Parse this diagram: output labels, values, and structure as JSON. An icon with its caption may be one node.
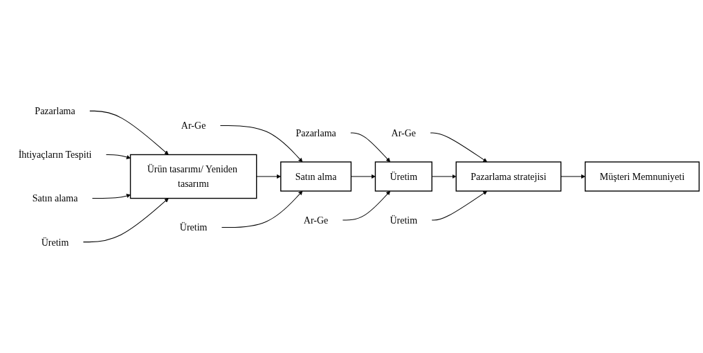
{
  "diagram": {
    "nodes": [
      {
        "text": [
          "Pazarlama"
        ]
      },
      {
        "text": [
          "Ar-Ge"
        ]
      },
      {
        "text": [
          "Pazarlama"
        ]
      },
      {
        "text": [
          "Ar-Ge"
        ]
      },
      {
        "text": [
          "İhtiyaçların Tespiti"
        ]
      },
      {
        "text": [
          "Ürün tasarımı/ Yeniden tasarımı"
        ]
      },
      {
        "text": [
          "Satın alma"
        ]
      },
      {
        "text": [
          "Üretim"
        ]
      },
      {
        "text": [
          "Pazarlama stratejisi"
        ]
      },
      {
        "text": [
          "Müşteri Memnuniyeti"
        ]
      },
      {
        "text": [
          "Satın alama"
        ]
      },
      {
        "text": [
          "Üretim"
        ]
      },
      {
        "text": [
          "Üretim"
        ]
      },
      {
        "text": [
          "Ar-Ge"
        ]
      },
      {
        "text": [
          "Üretim"
        ]
      }
    ],
    "edges": [
      {
        "from": 0,
        "to": 5,
        "arrow": "to"
      },
      {
        "from": 1,
        "to": 6,
        "arrow": "to"
      },
      {
        "from": 2,
        "to": 7,
        "arrow": "to"
      },
      {
        "from": 3,
        "to": 8,
        "arrow": "to"
      },
      {
        "from": 4,
        "to": 5,
        "arrow": "to"
      },
      {
        "from": 5,
        "to": 6,
        "arrow": "to"
      },
      {
        "from": 6,
        "to": 7,
        "arrow": "to"
      },
      {
        "from": 7,
        "to": 8,
        "arrow": "to"
      },
      {
        "from": 8,
        "to": 9,
        "arrow": "to"
      },
      {
        "from": 10,
        "to": 5,
        "arrow": "to"
      },
      {
        "from": 11,
        "to": 5,
        "arrow": "to"
      },
      {
        "from": 12,
        "to": 6,
        "arrow": "to"
      },
      {
        "from": 13,
        "to": 7,
        "arrow": "to"
      },
      {
        "from": 14,
        "to": 8,
        "arrow": "to"
      }
    ]
  }
}
